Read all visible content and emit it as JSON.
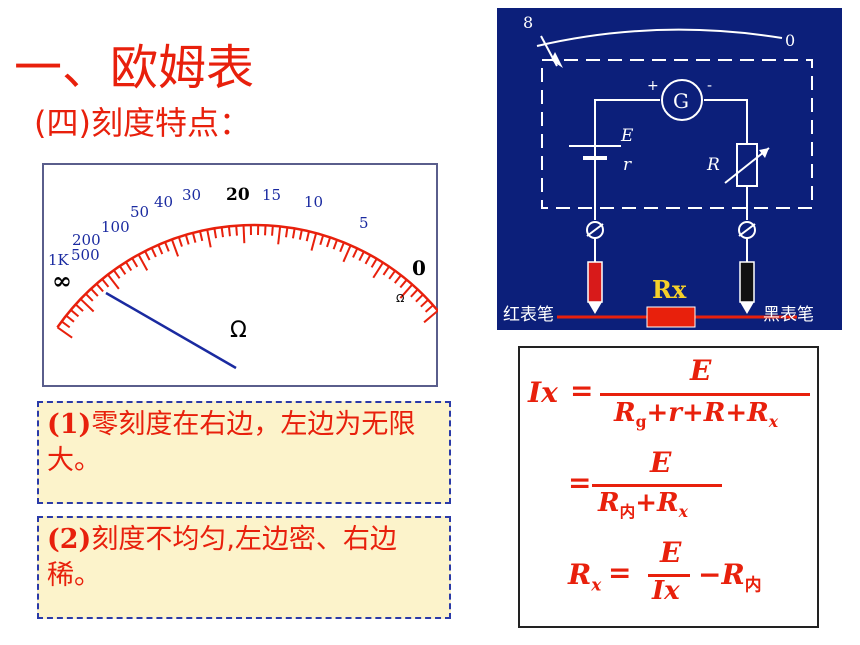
{
  "title": "一、欧姆表",
  "subtitle": "(四)刻度特点：",
  "meter": {
    "scale_labels": [
      "∞",
      "1K",
      "500",
      "200",
      "100",
      "50",
      "40",
      "30",
      "20",
      "15",
      "10",
      "5",
      "0"
    ],
    "unit_small": "Ω",
    "unit_large": "Ω",
    "colors": {
      "ticks": "#e8200c",
      "labels": "#1a2aa0",
      "needle": "#1a2aa0"
    }
  },
  "circuit": {
    "top_left_label": "8",
    "top_right_label": "0",
    "plus": "+",
    "minus": "-",
    "galvanometer": "G",
    "emf": "E",
    "internal_r": "r",
    "rheostat": "R",
    "rx_label": "Rx",
    "red_lead": "红表笔",
    "black_lead": "黑表笔",
    "colors": {
      "background": "#0c1f7a",
      "wire": "#ffffff",
      "rx": "#e8200c",
      "rx_label": "#f5d02a"
    }
  },
  "notes": {
    "note1_num": "(1)",
    "note1_text": "零刻度在右边，左边为无限大。",
    "note2_num": "(2)",
    "note2_text": "刻度不均匀,左边密、右边稀。"
  },
  "formula": {
    "ix": "Ix",
    "eq": "=",
    "num": "E",
    "den1_parts": [
      "R",
      "g",
      "+r+R+R",
      "x"
    ],
    "den2_parts": [
      "R",
      "内",
      "+R",
      "x"
    ],
    "rx": "R",
    "rx_sub": "x",
    "rx_eq": "=",
    "num3": "E",
    "den3": "Ix",
    "minus_r": "−R",
    "minus_r_sub": "内"
  }
}
